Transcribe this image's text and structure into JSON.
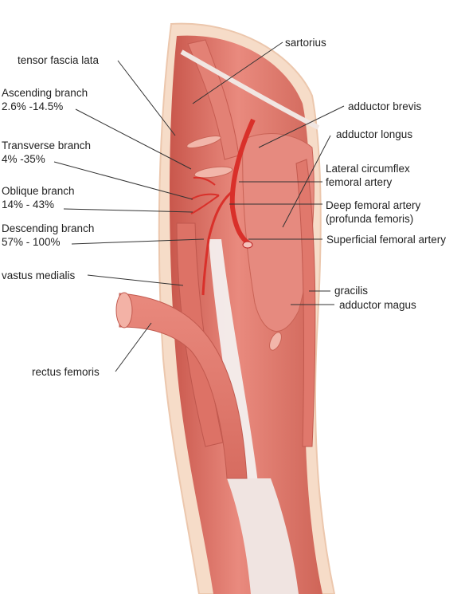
{
  "labels": {
    "sartorius": "sartorius",
    "tensor_fascia_lata": "tensor fascia lata",
    "ascending_branch": {
      "name": "Ascending branch",
      "range": "2.6% -14.5%"
    },
    "transverse_branch": {
      "name": "Transverse branch",
      "range": "4% -35%"
    },
    "oblique_branch": {
      "name": "Oblique branch",
      "range": "14% - 43%"
    },
    "descending_branch": {
      "name": "Descending branch",
      "range": "57% - 100%"
    },
    "vastus_medialis": "vastus medialis",
    "rectus_femoris": "rectus femoris",
    "adductor_brevis": "adductor brevis",
    "adductor_longus": "adductor longus",
    "lateral_circumflex": {
      "line1": "Lateral circumflex",
      "line2": "femoral artery"
    },
    "deep_femoral": {
      "line1": "Deep femoral artery",
      "line2": "(profunda femoris)"
    },
    "superficial_femoral": "Superficial femoral artery",
    "gracilis": "gracilis",
    "adductor_magus": "adductor magus"
  },
  "colors": {
    "muscle": "#e07a6e",
    "muscle_light": "#f0a59a",
    "muscle_dark": "#c45a50",
    "tendon": "#f3efee",
    "skin": "#f6dcc8",
    "artery": "#d9302a",
    "leader_line": "#333333"
  }
}
